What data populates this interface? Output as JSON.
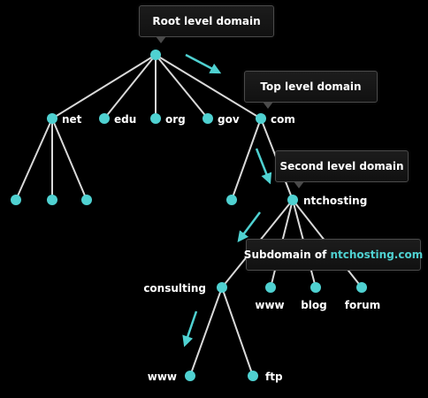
{
  "colors": {
    "background": "#000000",
    "node": "#4fd1d1",
    "edge": "#d9d9d9",
    "arrow": "#4fd1d1",
    "text": "#ffffff",
    "callout_bg": "#141414",
    "callout_border": "#4a4a4a",
    "accent_text": "#4fd1d1"
  },
  "callouts": {
    "root": "Root level domain",
    "top": "Top level domain",
    "second": "Second level domain",
    "subdomain_prefix": "Subdomain of ",
    "subdomain_domain": "ntchosting.com"
  },
  "nodes": {
    "net": "net",
    "edu": "edu",
    "org": "org",
    "gov": "gov",
    "com": "com",
    "ntchosting": "ntchosting",
    "consulting": "consulting",
    "www_sub": "www",
    "blog": "blog",
    "forum": "forum",
    "www_leaf": "www",
    "ftp": "ftp"
  },
  "icons": {
    "arrow": "arrow-icon"
  }
}
